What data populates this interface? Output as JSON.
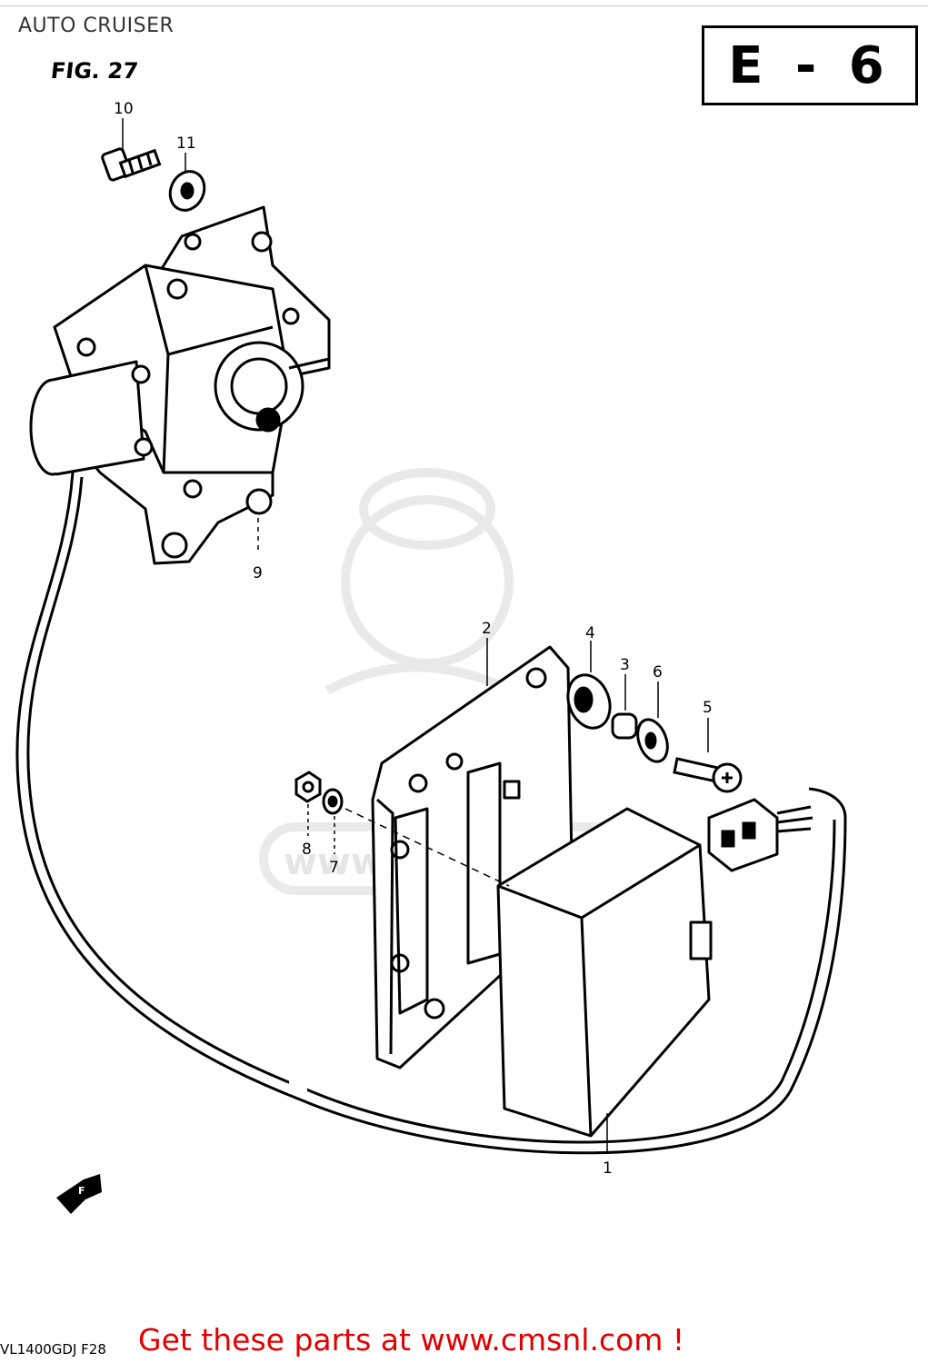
{
  "page": {
    "title": "AUTO CRUISER"
  },
  "figure": {
    "label": "FIG. 27",
    "section_code": "E - 6"
  },
  "watermark": {
    "text": "www.cmsnl.com"
  },
  "parts": [
    {
      "callout": "1",
      "description": ""
    },
    {
      "callout": "2",
      "description": ""
    },
    {
      "callout": "3",
      "description": ""
    },
    {
      "callout": "4",
      "description": ""
    },
    {
      "callout": "5",
      "description": ""
    },
    {
      "callout": "6",
      "description": ""
    },
    {
      "callout": "7",
      "description": ""
    },
    {
      "callout": "8",
      "description": ""
    },
    {
      "callout": "9",
      "description": ""
    },
    {
      "callout": "10",
      "description": ""
    },
    {
      "callout": "11",
      "description": ""
    }
  ],
  "direction_marker": {
    "text": "F"
  },
  "footer": {
    "drawing_code": "VL1400GDJ F28",
    "promo_text": "Get these parts at www.cmsnl.com !"
  }
}
